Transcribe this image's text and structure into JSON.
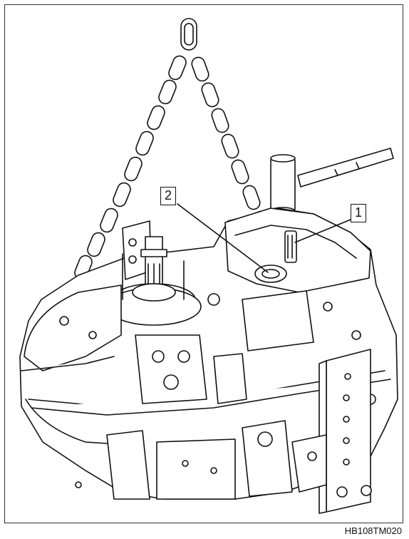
{
  "figure": {
    "callouts": [
      {
        "label": "1",
        "part": "component-1"
      },
      {
        "label": "2",
        "part": "component-2"
      }
    ],
    "caption": "HB108TM020",
    "line_color": "#111111",
    "fill_color": "#ffffff"
  }
}
